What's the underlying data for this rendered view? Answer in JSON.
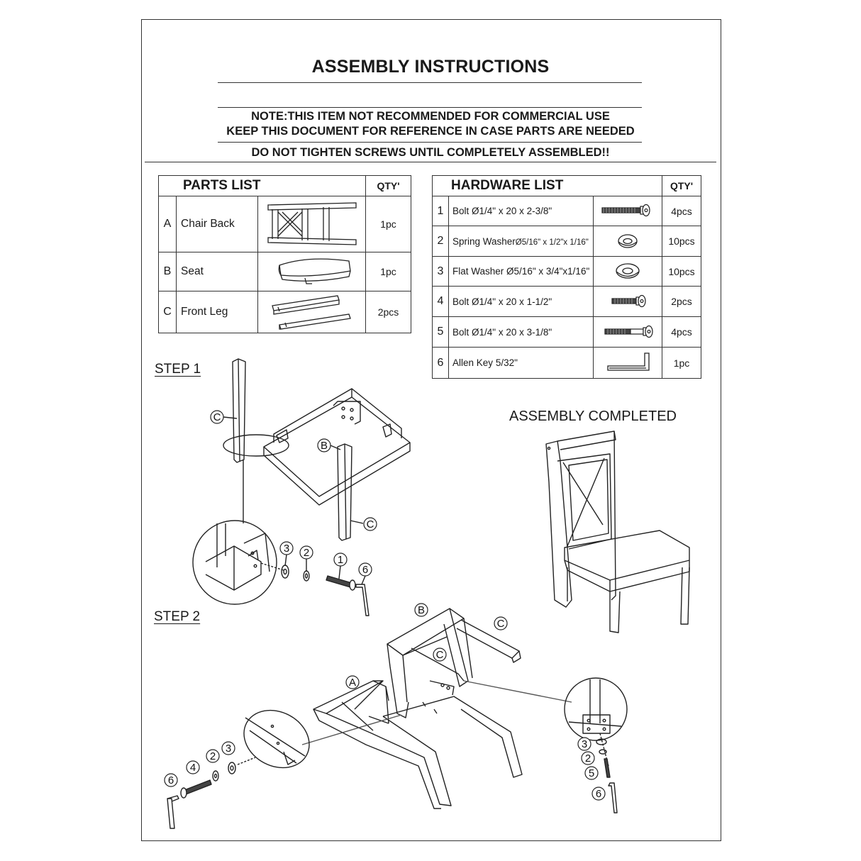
{
  "header": {
    "title": "ASSEMBLY INSTRUCTIONS",
    "note_line1": "NOTE:THIS ITEM NOT RECOMMENDED FOR COMMERCIAL USE",
    "note_line2": "KEEP THIS DOCUMENT FOR REFERENCE IN CASE PARTS ARE NEEDED",
    "warning": "DO NOT TIGHTEN SCREWS UNTIL COMPLETELY ASSEMBLED!!"
  },
  "parts_list": {
    "title": "PARTS LIST",
    "qty_header": "QTY'",
    "items": [
      {
        "letter": "A",
        "name": "Chair Back",
        "qty": "1pc",
        "icon": "chair-back-icon"
      },
      {
        "letter": "B",
        "name": "Seat",
        "qty": "1pc",
        "icon": "seat-icon"
      },
      {
        "letter": "C",
        "name": "Front Leg",
        "qty": "2pcs",
        "icon": "front-leg-icon"
      }
    ]
  },
  "hardware_list": {
    "title": "HARDWARE LIST",
    "qty_header": "QTY'",
    "items": [
      {
        "num": "1",
        "name": "Bolt",
        "spec": "Ø1/4\" x 20 x 2-3/8\"",
        "qty": "4pcs",
        "icon": "long-bolt-icon"
      },
      {
        "num": "2",
        "name": "Spring Washer",
        "spec": "Ø5/16\" x 1/2\"x 1/16\"",
        "qty": "10pcs",
        "icon": "spring-washer-icon"
      },
      {
        "num": "3",
        "name": "Flat Washer",
        "spec": "Ø5/16\" x 3/4\"x1/16\"",
        "qty": "10pcs",
        "icon": "flat-washer-icon"
      },
      {
        "num": "4",
        "name": "Bolt",
        "spec": "Ø1/4\" x 20 x 1-1/2\"",
        "qty": "2pcs",
        "icon": "short-bolt-icon"
      },
      {
        "num": "5",
        "name": "Bolt",
        "spec": "Ø1/4\" x 20 x 3-1/8\"",
        "qty": "4pcs",
        "icon": "medium-bolt-icon"
      },
      {
        "num": "6",
        "name": "Allen Key",
        "spec": "5/32\"",
        "qty": "1pc",
        "icon": "allen-key-icon"
      }
    ]
  },
  "steps": {
    "step1": "STEP 1",
    "step2": "STEP 2",
    "completed": "ASSEMBLY COMPLETED"
  },
  "callouts": {
    "A": "A",
    "B": "B",
    "C": "C",
    "n1": "1",
    "n2": "2",
    "n3": "3",
    "n4": "4",
    "n5": "5",
    "n6": "6"
  }
}
